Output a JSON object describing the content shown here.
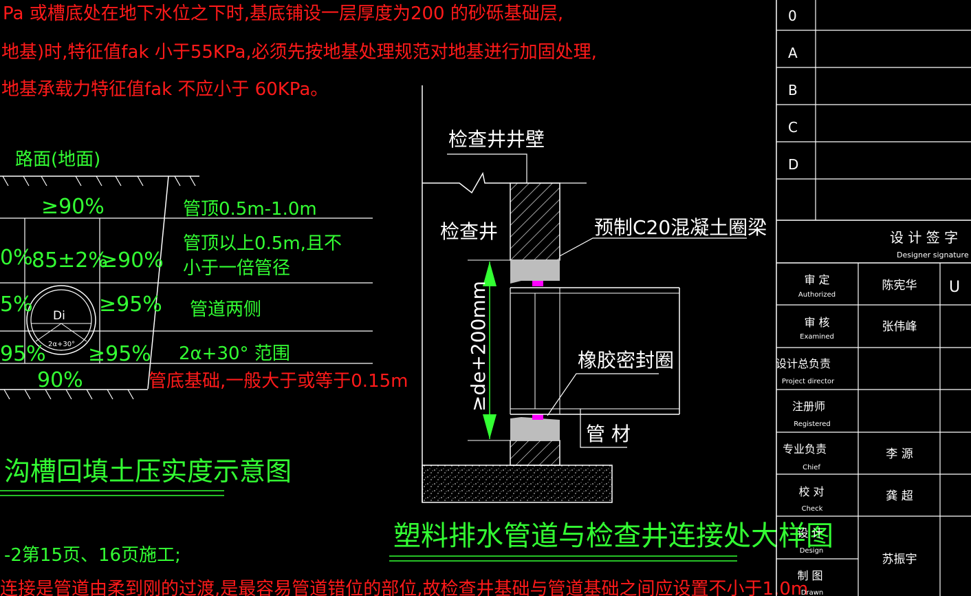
{
  "notes": {
    "line1": "Pa 或槽底处在地下水位之下时,基底铺设一层厚度为200 的砂砾基础层,",
    "line2": "地基)时,特征值fak 小于55KPa,必须先按地基处理规范对地基进行加固处理,",
    "line3": "地基承载力特征值fak  不应小于 60KPa。"
  },
  "trench": {
    "road_label": "路面(地面)",
    "top_compaction": "≥90%",
    "mid_left": "0%",
    "mid_center": "85±2%",
    "mid_right": "≥90%",
    "side_left": "5%",
    "side_right": "≥95%",
    "pipe_label": "Di",
    "angle_label": "2α+30°",
    "bottom_left": "95%",
    "bottom_right": "≥95%",
    "base": "90%",
    "zone1": "管顶0.5m-1.0m",
    "zone2a": "管顶以上0.5m,且不",
    "zone2b": "小于一倍管径",
    "zone3": "管道两侧",
    "zone4": "2α+30° 范围",
    "zone5": "管底基础,一般大于或等于0.15m",
    "title": "沟槽回填土压实度示意图"
  },
  "detail": {
    "wall_label": "检查井井壁",
    "well_label": "检查井",
    "beam_label": "预制C20混凝土圈梁",
    "dim_label": "≥de+200mm",
    "seal_label": "橡胶密封圈",
    "pipe_label": "管 材",
    "title": "塑料排水管道与检查井连接处大样图"
  },
  "bottom_notes": {
    "line1": "-2第15页、16页施工;",
    "line2": "连接是管道由柔到刚的过渡,是最容易管道错位的部位,故检查井基础与管道基础之间应设置不小于1.0m"
  },
  "revisions": [
    "0",
    "A",
    "B",
    "C",
    "D"
  ],
  "signature": {
    "title": "设 计 签 字",
    "subtitle": "Designer signature",
    "rows": [
      {
        "cn": "审  定",
        "en": "Authorized",
        "name": "陈宪华"
      },
      {
        "cn": "审  核",
        "en": "Examined",
        "name": "张伟峰"
      },
      {
        "cn": "设计总负责",
        "en": "Project director",
        "name": ""
      },
      {
        "cn": "注册师",
        "en": "Registered",
        "name": ""
      },
      {
        "cn": "专业负责",
        "en": "Chief",
        "name": "李  源"
      },
      {
        "cn": "校  对",
        "en": "Check",
        "name": "龚  超"
      },
      {
        "cn": "设  计",
        "en": "Design",
        "name": "苏振宇"
      },
      {
        "cn": "制  图",
        "en": "Drawn",
        "name": ""
      }
    ],
    "right_edge_char": "U"
  },
  "colors": {
    "red": "#ff1a1a",
    "green": "#33ff33",
    "white": "#ffffff",
    "magenta": "#ff00ff",
    "gray": "#bdbdbd"
  }
}
